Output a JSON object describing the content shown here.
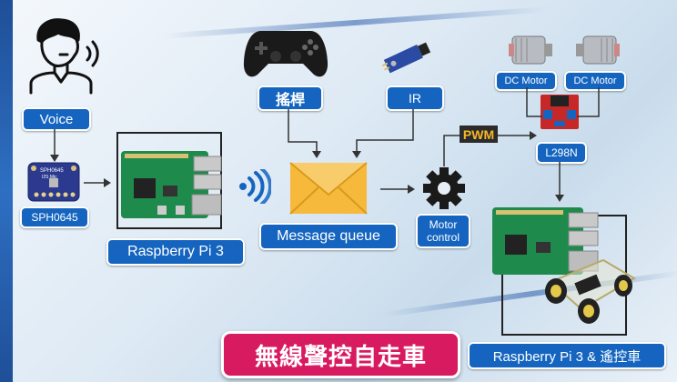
{
  "labels": {
    "voice": "Voice",
    "sph0645": "SPH0645",
    "raspberry_pi_3": "Raspberry Pi 3",
    "joystick": "搖桿",
    "ir": "IR",
    "message_queue": "Message queue",
    "motor_control_line1": "Motor",
    "motor_control_line2": "control",
    "pwm": "PWM",
    "dc_motor_left": "DC Motor",
    "dc_motor_right": "DC Motor",
    "l298n": "L298N",
    "raspberry_pi_car": "Raspberry Pi 3 & 遙控車"
  },
  "chip_text": {
    "line1": "SPH0645",
    "line2": "I2S Mic"
  },
  "title": "無線聲控自走車",
  "colors": {
    "label_bg": "#1565c0",
    "title_bg": "#d81b60",
    "pwm_text": "#f7b728",
    "envelope": "#f6b93b",
    "pcb_green": "#1e8a4c"
  }
}
